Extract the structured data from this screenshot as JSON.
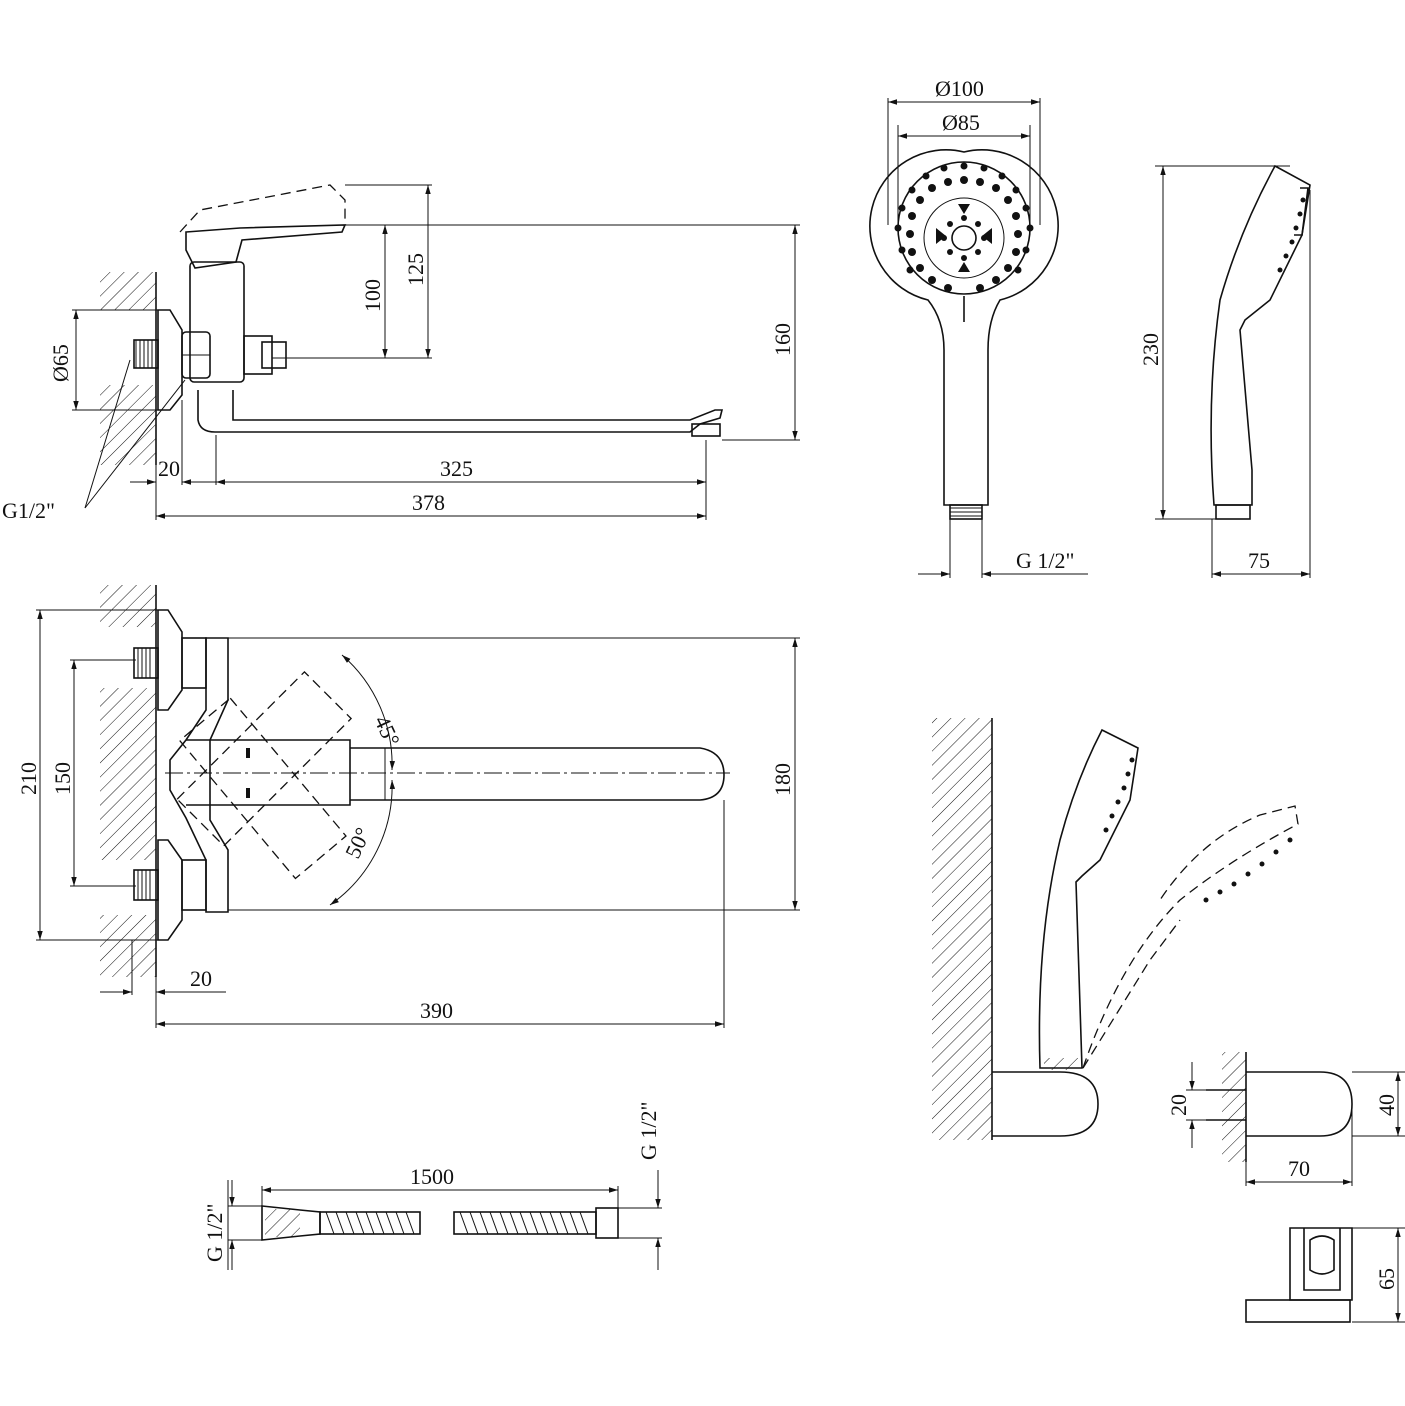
{
  "dimensions": {
    "side_view": {
      "dia_flange": "Ø65",
      "thread_label": "G1/2\"",
      "offset": "20",
      "spout_reach": "325",
      "total_length": "378",
      "handle_height_100": "100",
      "handle_height_125": "125",
      "total_height": "160"
    },
    "top_view": {
      "height_210": "210",
      "center_distance": "150",
      "depth_180": "180",
      "angle_45": "45°",
      "angle_50": "50°",
      "offset": "20",
      "total_length": "390"
    },
    "hose": {
      "length": "1500",
      "thread_left": "G 1/2\"",
      "thread_right": "G 1/2\""
    },
    "shower_head_front": {
      "dia_outer": "Ø100",
      "dia_inner": "Ø85",
      "thread": "G 1/2\""
    },
    "shower_head_side": {
      "length": "230",
      "depth": "75"
    },
    "holder": {
      "screw_spacing": "20",
      "height": "40",
      "depth": "70",
      "plate_height": "65"
    }
  }
}
